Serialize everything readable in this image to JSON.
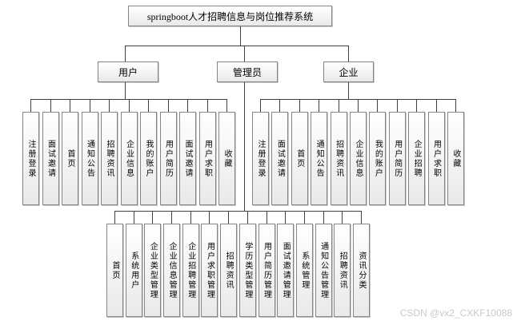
{
  "tree": {
    "root": "springboot人才招聘信息与岗位推荐系统",
    "branches": [
      {
        "id": "user",
        "label": "用户",
        "children": [
          "注册登录",
          "面试邀请",
          "首页",
          "通知公告",
          "招聘资讯",
          "企业信息",
          "我的账户",
          "用户简历",
          "面试邀请",
          "用户求职",
          "收藏"
        ]
      },
      {
        "id": "admin",
        "label": "管理员",
        "children": [
          "首页",
          "系统用户",
          "企业类型管理",
          "企业信息管理",
          "企业招聘管理",
          "用户求职管理",
          "招聘资讯",
          "学历类型管理",
          "用户简历管理",
          "面试邀请管理",
          "系统管理",
          "通知公告管理",
          "招聘资讯",
          "资讯分类"
        ]
      },
      {
        "id": "enterprise",
        "label": "企业",
        "children": [
          "注册登录",
          "面试邀请",
          "首页",
          "通知公告",
          "招聘资讯",
          "企业信息",
          "我的账户",
          "用户简历",
          "企业招聘",
          "用户求职",
          "收藏"
        ]
      }
    ]
  },
  "watermark": "CSDN @vx2_CXKF10088",
  "colors": {
    "box_border": "#848484",
    "box_fill_top": "#ffffff",
    "box_fill_bottom": "#e9e9e9",
    "line": "#3f3f3f",
    "text": "#000000",
    "watermark": "#c9c9ce"
  }
}
